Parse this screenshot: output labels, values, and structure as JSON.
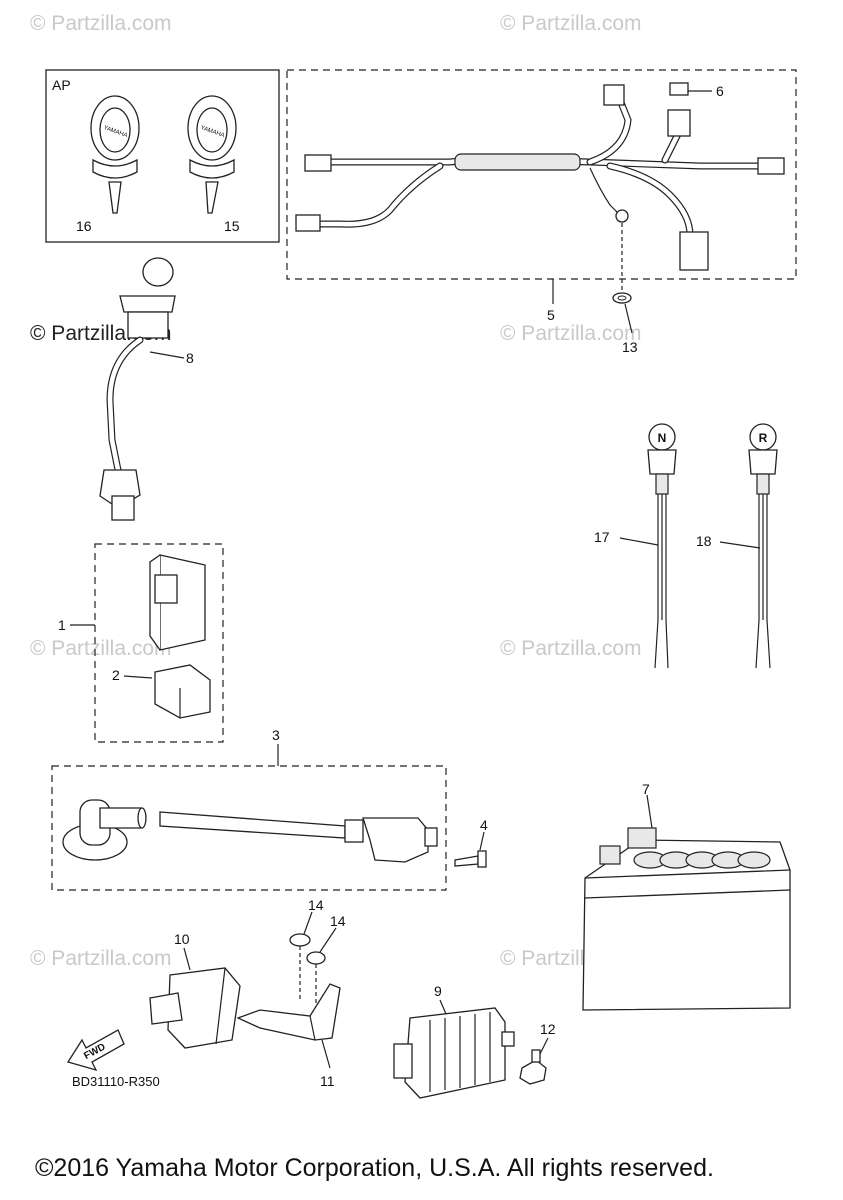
{
  "watermark": "© Partzilla.com",
  "diagram_code": "BD31110-R350",
  "copyright": "©2016 Yamaha Motor Corporation, U.S.A. All rights reserved.",
  "group_label_ap": "AP",
  "fwd_label": "FWD",
  "key_brand": "YAMAHA",
  "switch_n": "N",
  "switch_r": "R",
  "callouts": {
    "c1": "1",
    "c2": "2",
    "c3": "3",
    "c4": "4",
    "c5": "5",
    "c6": "6",
    "c7": "7",
    "c8": "8",
    "c9": "9",
    "c10": "10",
    "c11": "11",
    "c12": "12",
    "c13": "13",
    "c14a": "14",
    "c14b": "14",
    "c15": "15",
    "c16": "16",
    "c17": "17",
    "c18": "18"
  }
}
